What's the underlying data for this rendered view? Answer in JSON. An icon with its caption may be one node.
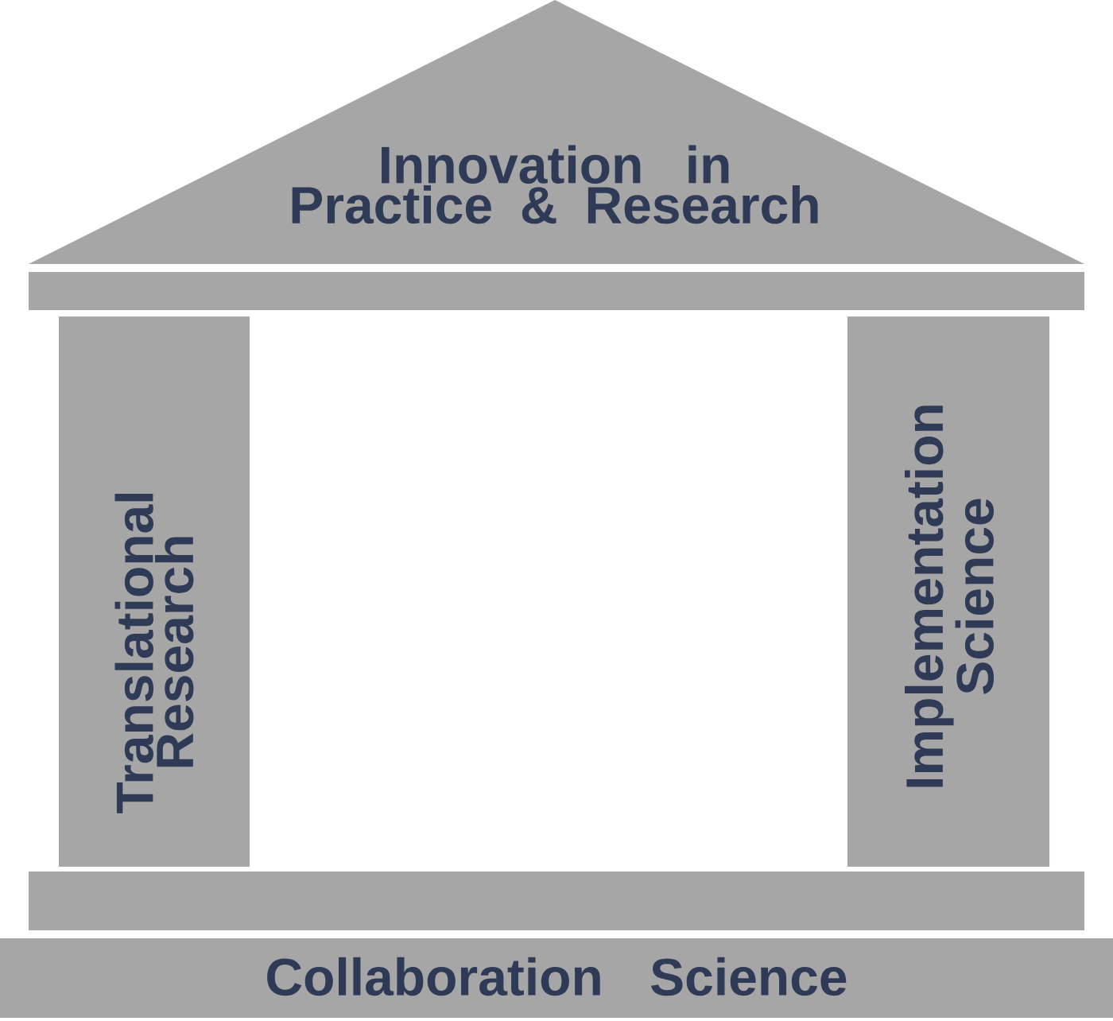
{
  "diagram": {
    "nodes": [
      {
        "text": [
          "Innovation in Practice & Research"
        ]
      },
      {
        "text": [],
        "shape": "bar"
      },
      {
        "text": [
          "Translational Research"
        ]
      },
      {
        "text": [
          "Implementation Science"
        ]
      },
      {
        "text": [],
        "shape": "bar"
      },
      {
        "text": [
          "Collaboration Science"
        ]
      }
    ]
  }
}
